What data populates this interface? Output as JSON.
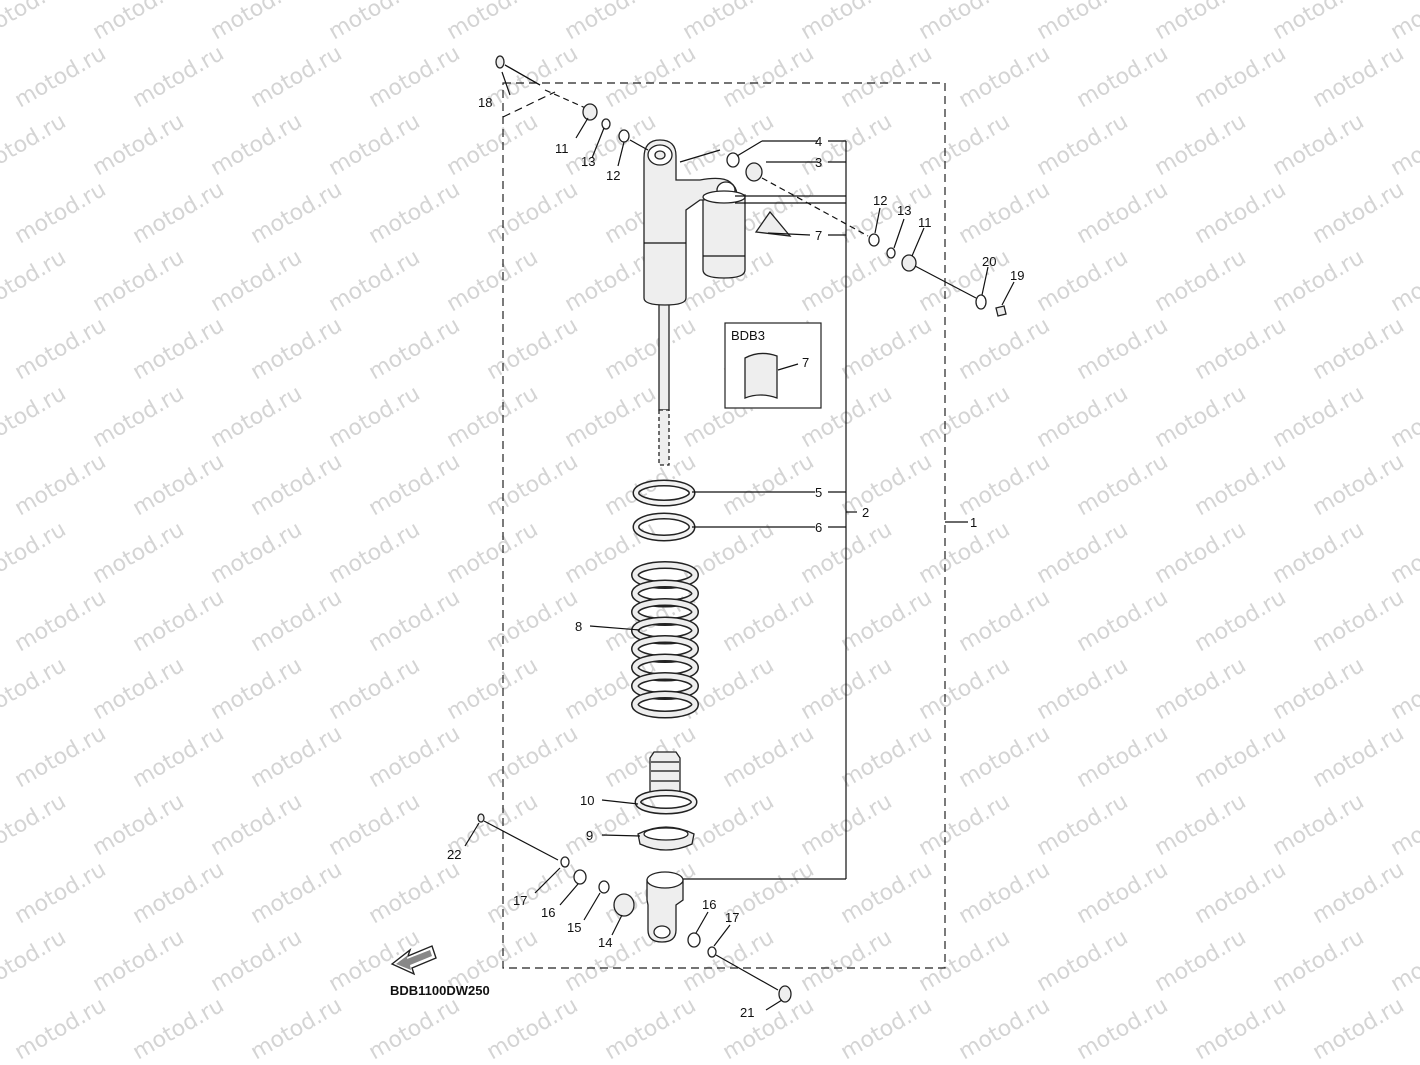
{
  "watermark": "motod.ru",
  "diagram_code": "BDB1100DW250",
  "inset": {
    "title": "BDB3",
    "part": "7"
  },
  "callouts": {
    "c1": "1",
    "c2": "2",
    "c3": "3",
    "c4": "4",
    "c5": "5",
    "c6": "6",
    "c7": "7",
    "c8": "8",
    "c9": "9",
    "c10": "10",
    "c11a": "11",
    "c11b": "11",
    "c12a": "12",
    "c12b": "12",
    "c13a": "13",
    "c13b": "13",
    "c14": "14",
    "c15": "15",
    "c16a": "16",
    "c16b": "16",
    "c17a": "17",
    "c17b": "17",
    "c18": "18",
    "c19": "19",
    "c20": "20",
    "c21": "21",
    "c22": "22"
  },
  "icons": {
    "front_arrow": "front-direction-arrow-icon"
  }
}
